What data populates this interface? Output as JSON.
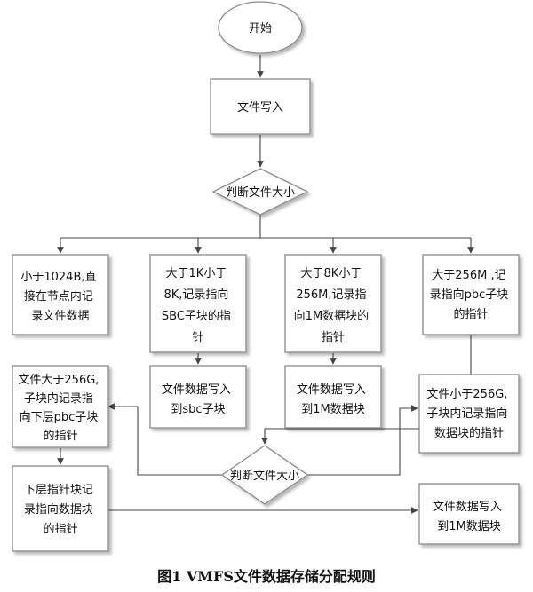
{
  "nodes": {
    "start": [
      "开始"
    ],
    "write": [
      "文件写入"
    ],
    "judge1": [
      "判断文件大小"
    ],
    "small": [
      "小于1024B,直",
      "接在节点内记",
      "录文件数据"
    ],
    "k8": [
      "大于1K小于",
      "8K,记录指向",
      "SBC子块的指",
      "针"
    ],
    "m256": [
      "大于8K小于",
      "256M,记录指",
      "向1M数据块的",
      "指针"
    ],
    "big": [
      "大于256M ,记",
      "录指向pbc子块",
      "的指针"
    ],
    "write_sbc": [
      "文件数据写入",
      "到sbc子块"
    ],
    "write_1m_mid": [
      "文件数据写入",
      "到1M数据块"
    ],
    "gt256g": [
      "文件大于256G,",
      "子块内记录指",
      "向下层pbc子块",
      "的指针"
    ],
    "lt256g": [
      "文件小于256G,",
      "子块内记录指向",
      "数据块的指针"
    ],
    "judge2": [
      "判断文件大小"
    ],
    "lower_ptr": [
      "下层指针块记",
      "录指向数据块",
      "的指针"
    ],
    "write_1m_final": [
      "文件数据写入",
      "到1M数据块"
    ]
  },
  "caption": "图1   VMFS文件数据存储分配规则"
}
